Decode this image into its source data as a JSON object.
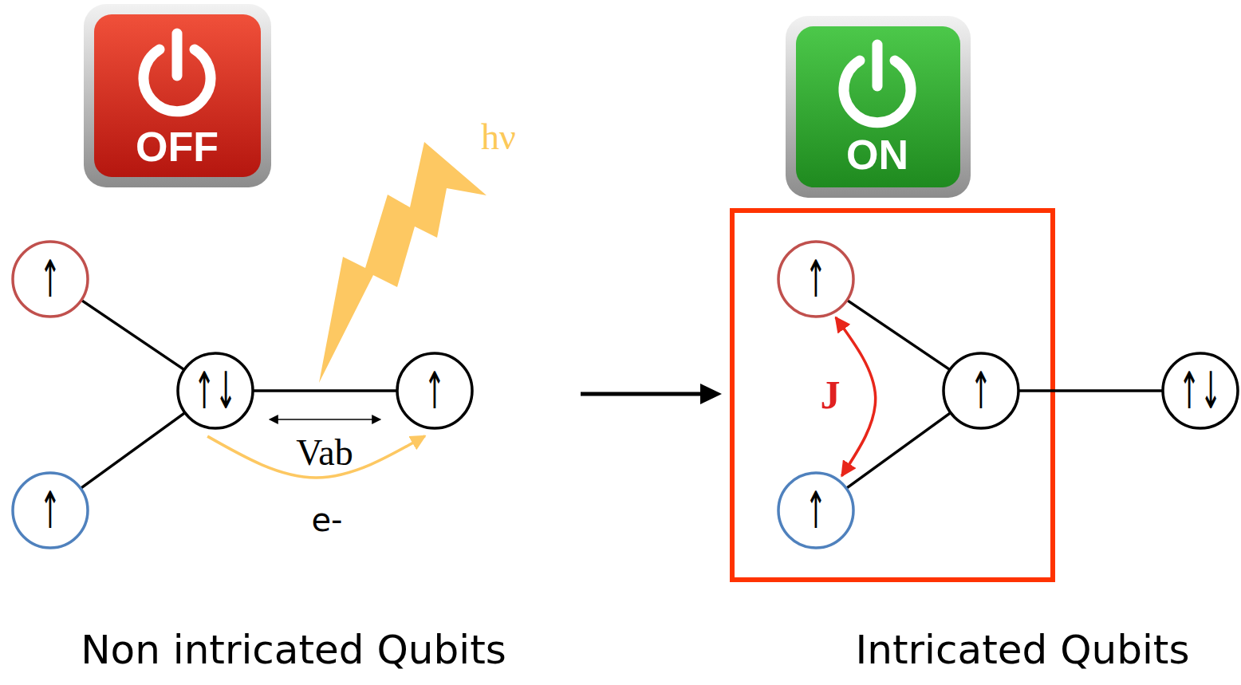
{
  "diagram": {
    "nodes": [
      {
        "text": [
          "↑"
        ]
      },
      {
        "text": [
          "↑"
        ]
      },
      {
        "text": [
          "↑↓"
        ]
      },
      {
        "text": [
          "↑"
        ]
      },
      {
        "text": [
          "↑"
        ]
      },
      {
        "text": [
          "↑"
        ]
      },
      {
        "text": [
          "↑"
        ]
      },
      {
        "text": [
          "↑↓"
        ]
      }
    ],
    "edges": [
      {
        "from": 0,
        "to": 2,
        "arrow": "none"
      },
      {
        "from": 1,
        "to": 2,
        "arrow": "none"
      },
      {
        "from": 2,
        "to": 3,
        "arrow": "none"
      },
      {
        "from": 2,
        "to": 3,
        "label": "Vab",
        "arrow": "both"
      },
      {
        "from": 2,
        "to": 3,
        "label": "e-",
        "arrow": "to"
      },
      {
        "from": 4,
        "to": 6,
        "arrow": "none"
      },
      {
        "from": 5,
        "to": 6,
        "arrow": "none"
      },
      {
        "from": 6,
        "to": 7,
        "arrow": "none"
      },
      {
        "from": 4,
        "to": 5,
        "label": "J",
        "arrow": "both"
      }
    ],
    "labels": [
      "OFF",
      "hν",
      "ON",
      "Non intricated Qubits",
      "Intricated Qubits"
    ]
  }
}
